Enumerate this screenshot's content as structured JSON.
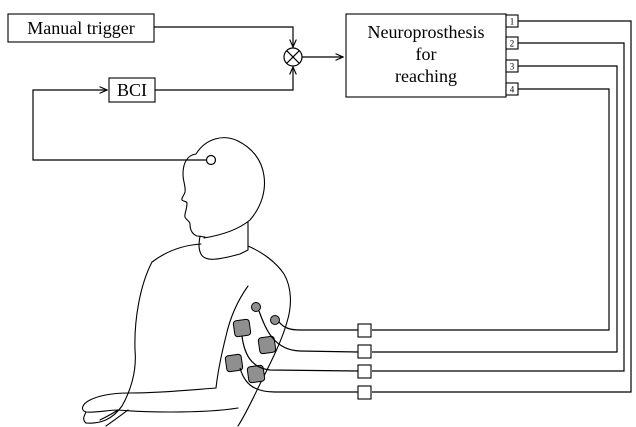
{
  "blocks": {
    "manual_trigger": "Manual trigger",
    "bci": "BCI",
    "neuroprosthesis_line1": "Neuroprosthesis",
    "neuroprosthesis_line2": "for",
    "neuroprosthesis_line3": "reaching"
  },
  "channels": [
    "1",
    "2",
    "3",
    "4"
  ],
  "colors": {
    "line": "#000000",
    "electrode_fill": "#8f8f8f",
    "background": "#ffffff"
  },
  "icons": {
    "summing_junction": "circle-with-x",
    "scalp_electrode": "small-open-circle"
  }
}
